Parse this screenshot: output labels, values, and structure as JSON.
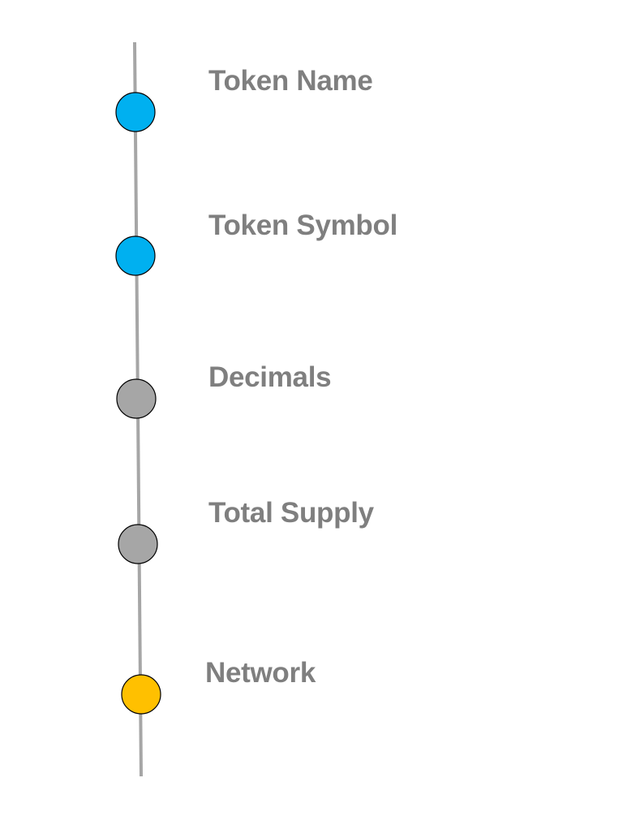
{
  "steps": [
    {
      "label": "Token Name",
      "status": "active",
      "color": "#00b0f0"
    },
    {
      "label": "Token Symbol",
      "status": "active",
      "color": "#00b0f0"
    },
    {
      "label": "Decimals",
      "status": "inactive",
      "color": "#a6a6a6"
    },
    {
      "label": "Total Supply",
      "status": "inactive",
      "color": "#a6a6a6"
    },
    {
      "label": "Network",
      "status": "highlight",
      "color": "#ffc000"
    }
  ],
  "colors": {
    "line": "#a6a6a6",
    "label_text": "#7f7f7f",
    "node_outline": "#000000"
  }
}
